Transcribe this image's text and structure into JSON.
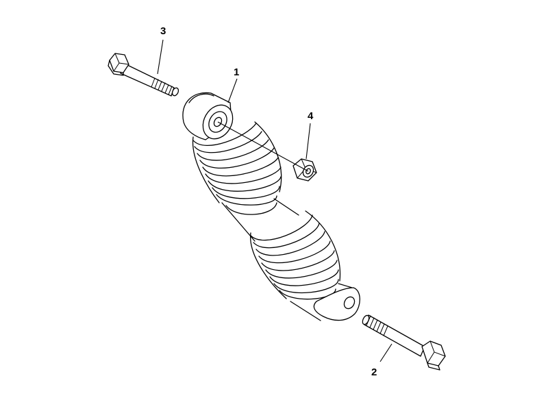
{
  "callouts": {
    "shock_absorber": "1",
    "lower_bolt": "2",
    "upper_bolt": "3",
    "nut": "4"
  }
}
